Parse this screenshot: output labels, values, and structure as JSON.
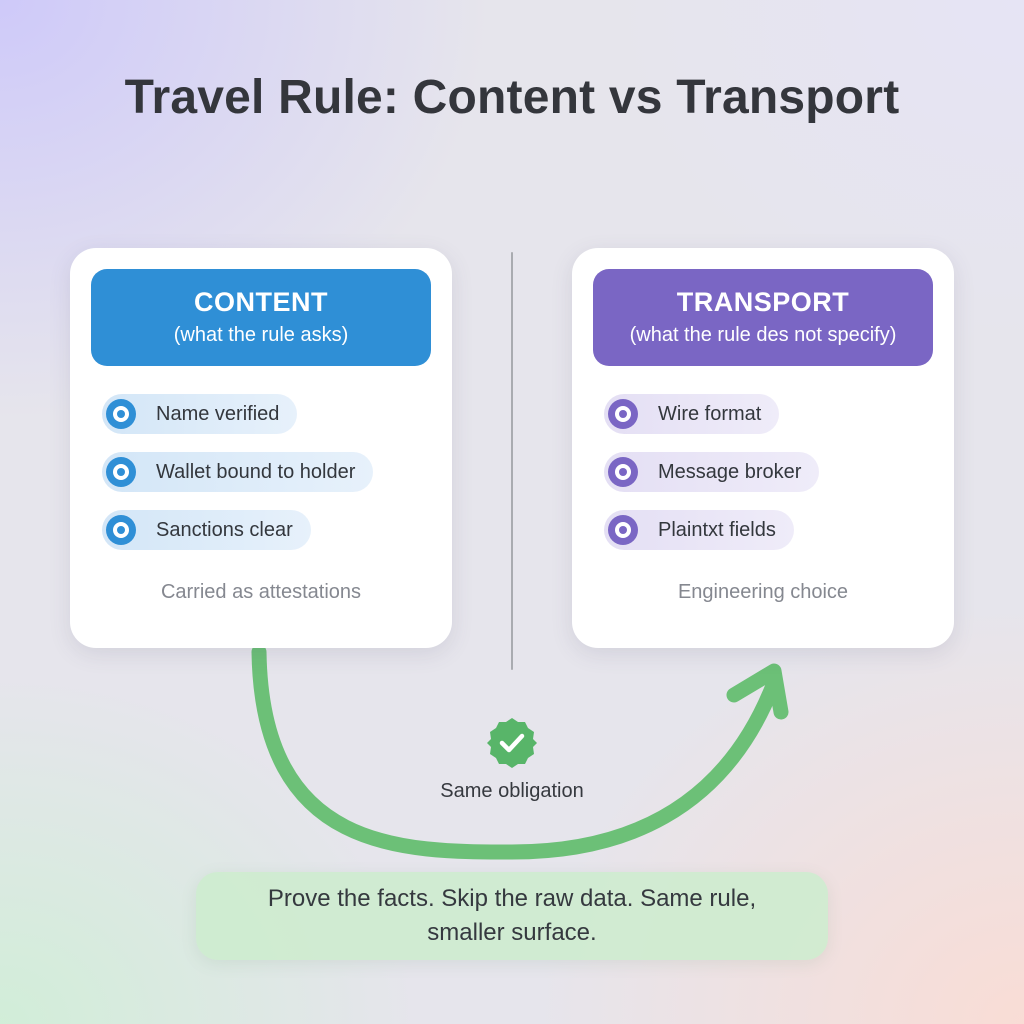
{
  "title": "Travel Rule: Content vs Transport",
  "content_card": {
    "title": "CONTENT",
    "subtitle": "(what the rule asks)",
    "items": [
      "Name verified",
      "Wallet bound to holder",
      "Sanctions clear"
    ],
    "footer": "Carried as attestations",
    "accent": "#2f8fd6"
  },
  "transport_card": {
    "title": "TRANSPORT",
    "subtitle": "(what the rule des not specify)",
    "items": [
      "Wire format",
      "Message broker",
      "Plaintxt fields"
    ],
    "footer": "Engineering choice",
    "accent": "#7a66c4"
  },
  "arrow": {
    "label": "Same obligation",
    "color": "#6cc077",
    "badge_icon": "check-icon"
  },
  "takeaway": "Prove the facts. Skip the raw data. Same rule, smaller surface."
}
